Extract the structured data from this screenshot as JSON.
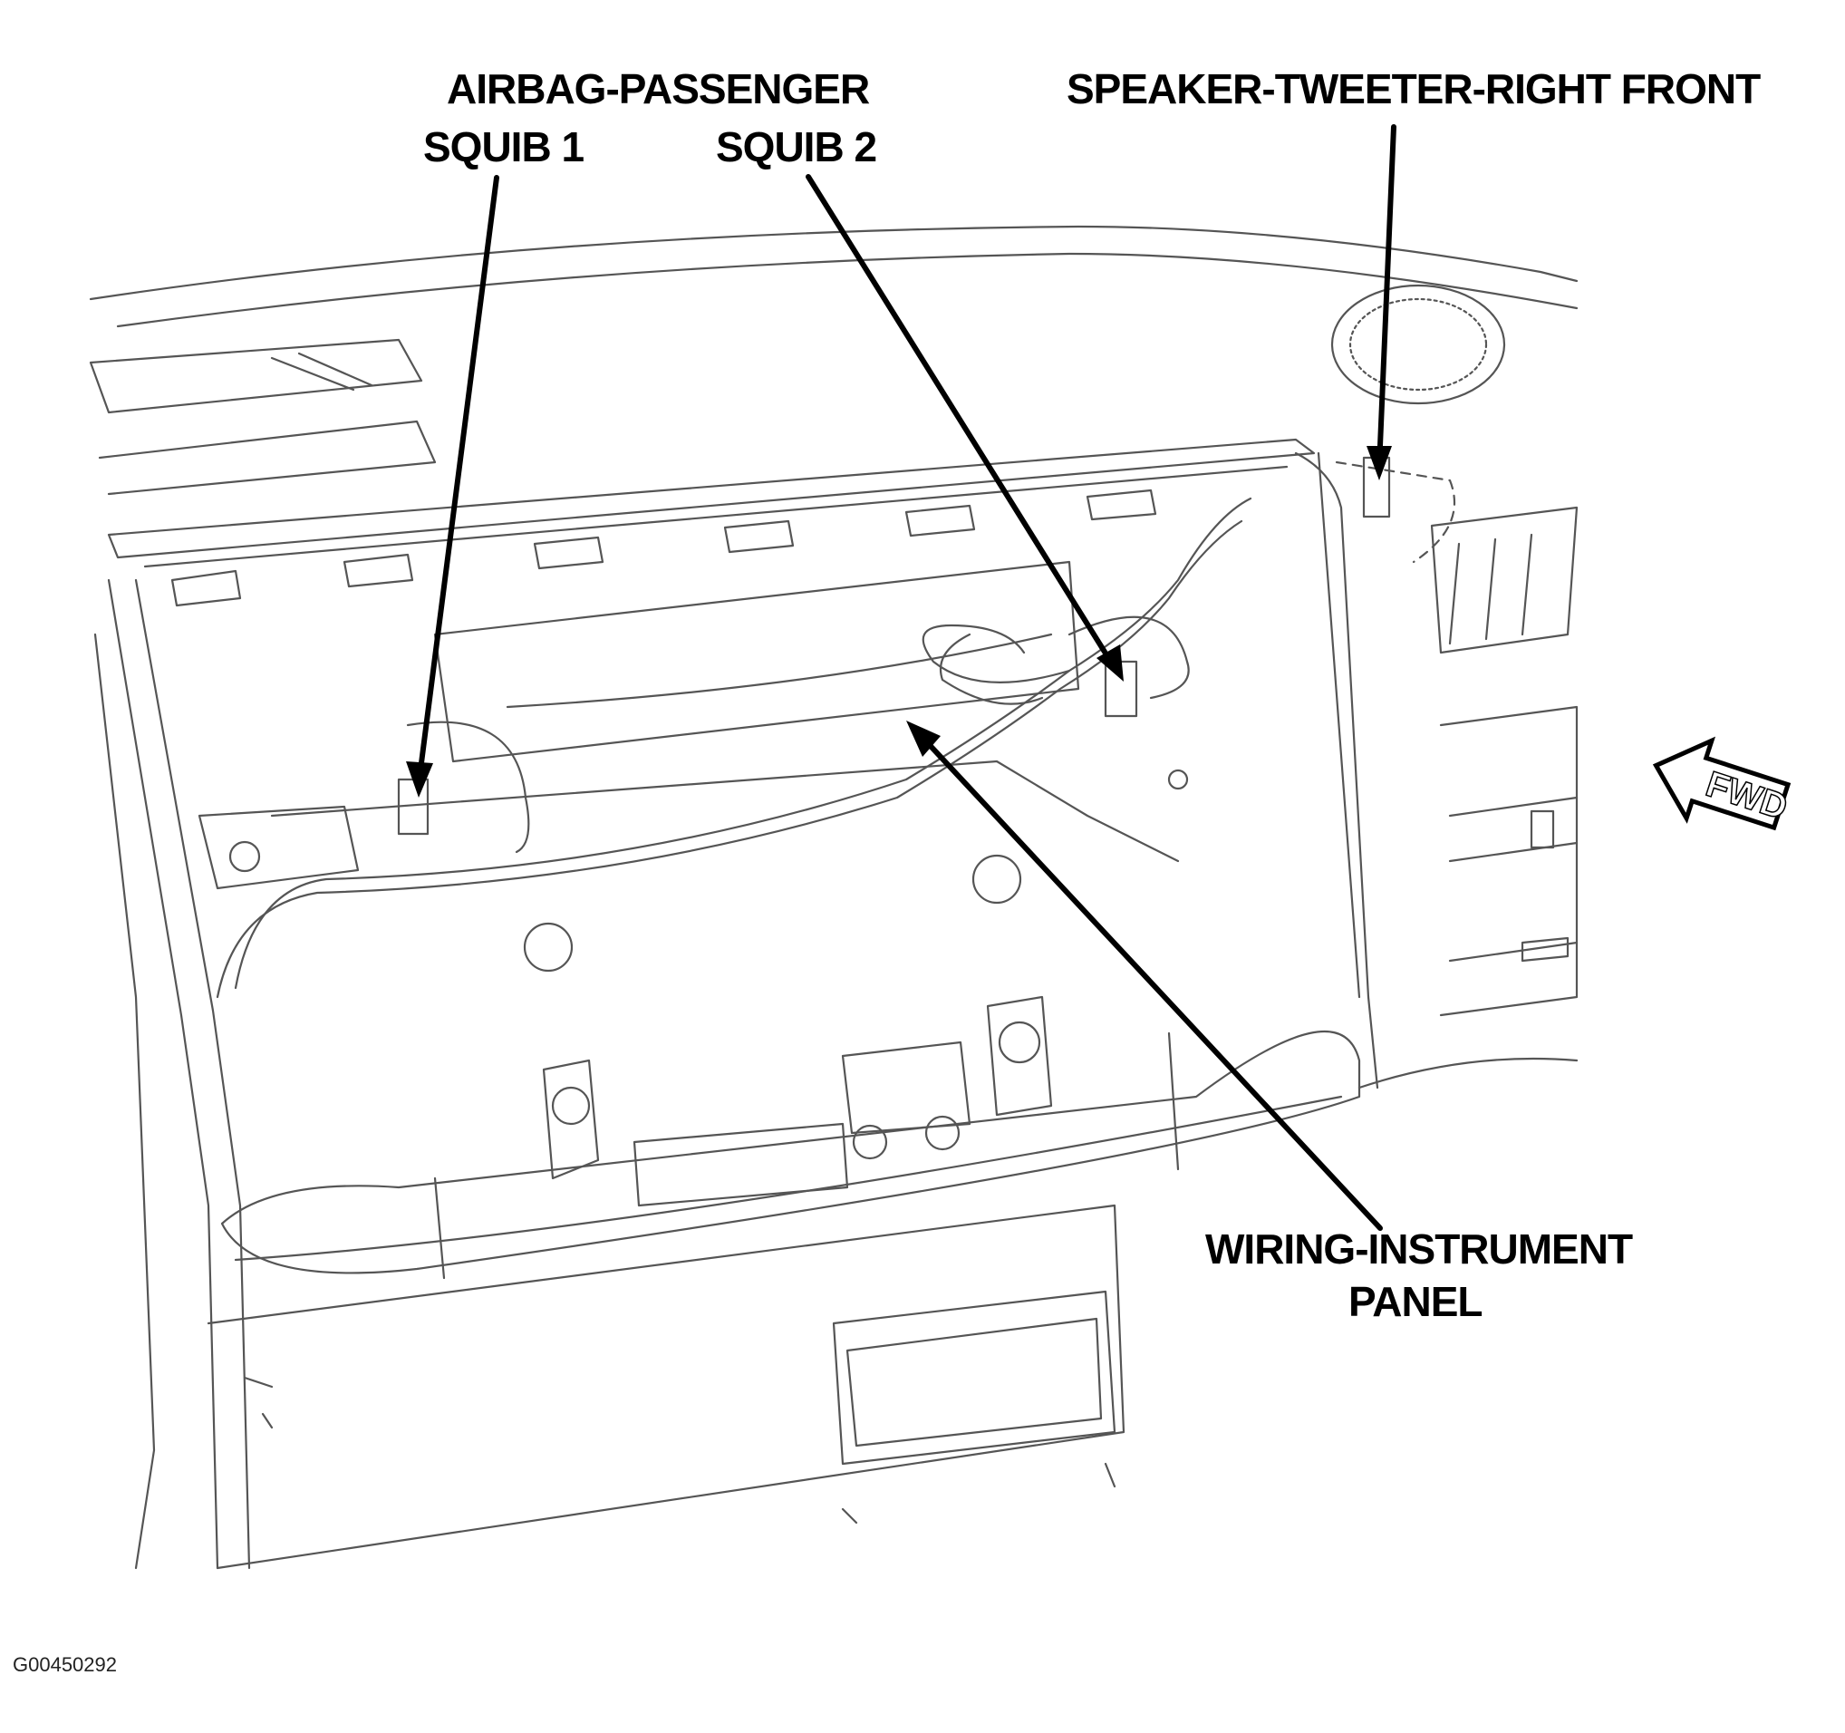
{
  "labels": {
    "airbag_passenger": "AIRBAG-PASSENGER",
    "squib_1": "SQUIB 1",
    "squib_2": "SQUIB 2",
    "speaker": "SPEAKER-TWEETER-RIGHT FRONT",
    "wiring_line1": "WIRING-INSTRUMENT",
    "wiring_line2": "PANEL",
    "fwd": "FWD"
  },
  "figure_code": "G00450292"
}
